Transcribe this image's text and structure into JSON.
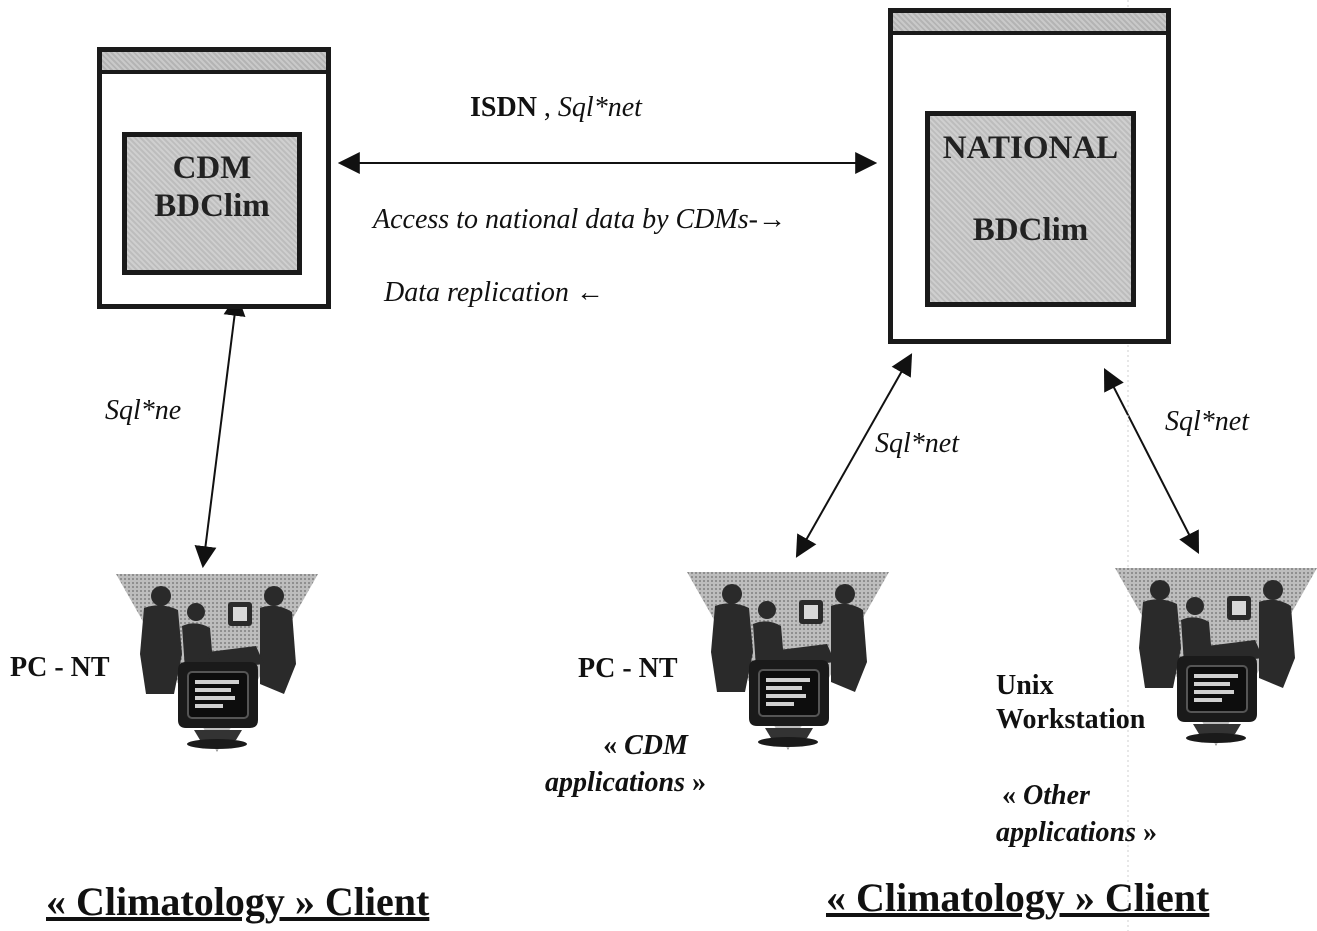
{
  "left_server": {
    "line1": "CDM",
    "line2": "BDClim"
  },
  "right_server": {
    "line1": "NATIONAL",
    "line2": "BDClim"
  },
  "link": {
    "protocol_bold": "ISDN",
    "protocol_sep": " , ",
    "protocol_italic": "Sql*net",
    "access_text": "Access to national data by CDMs-",
    "access_arrow": "→",
    "replication_text": "Data replication ",
    "replication_arrow": "←"
  },
  "links": {
    "left_client": "Sql*ne",
    "right_client_pc": "Sql*net",
    "right_client_unix": "Sql*net"
  },
  "clients": {
    "left_pc": {
      "label": "PC - NT"
    },
    "right_pc": {
      "label": "PC - NT",
      "app_open": "« ",
      "app_line1": "CDM",
      "app_line2": "applications",
      "app_close": " »"
    },
    "unix": {
      "label_line1": "Unix",
      "label_line2": "Workstation",
      "app_open": "« ",
      "app_line1": "Other",
      "app_line2": "applications",
      "app_close": " »"
    }
  },
  "footer": {
    "left": "« Climatology » Client",
    "right": "« Climatology » Client"
  },
  "icons": [
    "workgroup-computer-icon",
    "double-arrow-icon"
  ]
}
